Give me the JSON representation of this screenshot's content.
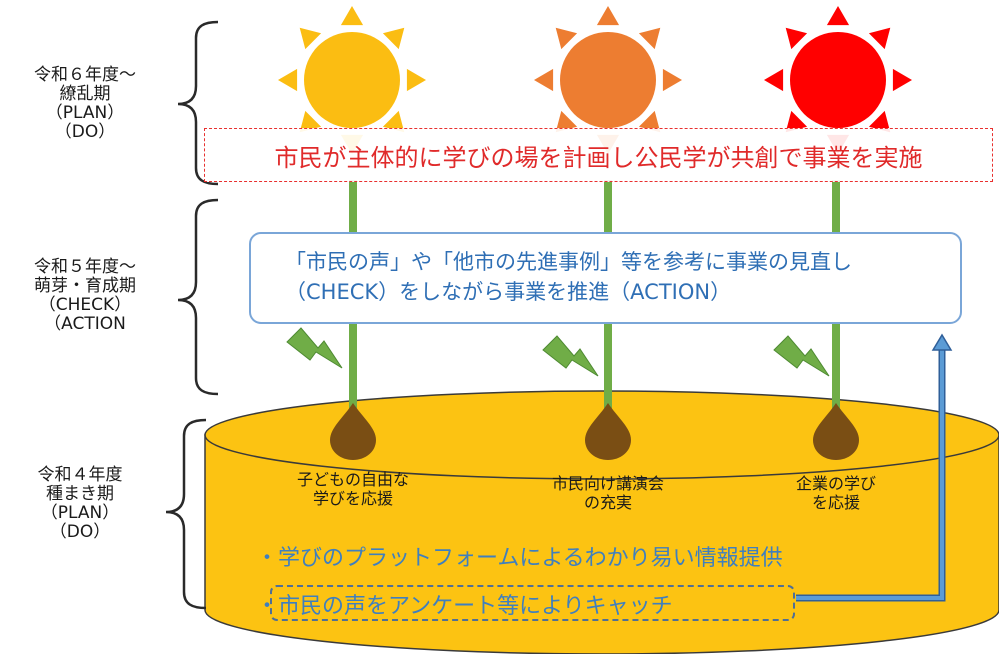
{
  "stages": [
    {
      "lines": [
        "令和６年度～",
        "繚乱期",
        "（PLAN）",
        "（DO）"
      ]
    },
    {
      "lines": [
        "令和５年度～",
        "萌芽・育成期",
        "（CHECK）",
        "（ACTION"
      ]
    },
    {
      "lines": [
        "令和４年度",
        "種まき期",
        "（PLAN）",
        "（DO）"
      ]
    }
  ],
  "top_banner": "市民が主体的に学びの場を計画し公民学が共創で事業を実施",
  "mid_banner": {
    "line1": "「市民の声」や「他市の先進事例」等を参考に事業の見直し",
    "line2": "（CHECK）をしながら事業を推進（ACTION）"
  },
  "seed_labels": [
    {
      "lines": [
        "子どもの自由な",
        "学びを応援"
      ]
    },
    {
      "lines": [
        "市民向け講演会",
        "の充実"
      ]
    },
    {
      "lines": [
        "企業の学び",
        "を応援"
      ]
    }
  ],
  "bullets": [
    "・学びのプラットフォームによるわかり易い情報提供",
    "・市民の声をアンケート等によりキャッチ"
  ],
  "colors": {
    "sun_yellow": "#fbbd12",
    "sun_orange": "#ed7d31",
    "sun_red": "#ff0000",
    "pot": "#fcc312",
    "stem": "#70ad47",
    "seed": "#7a4e14",
    "accent_blue": "#3f7fbf",
    "top_text": "#e02a2a"
  }
}
